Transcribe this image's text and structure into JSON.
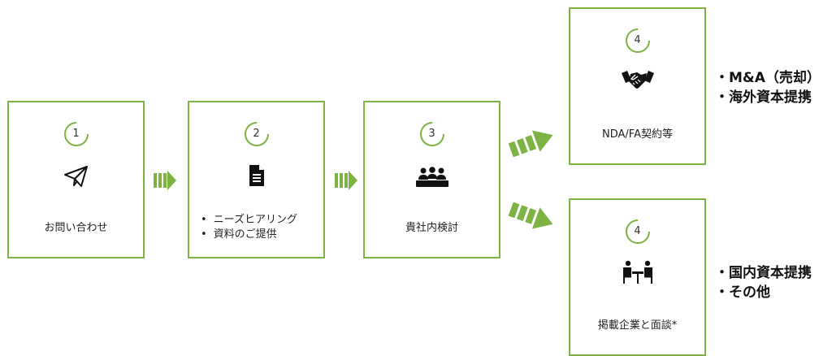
{
  "steps": [
    {
      "number": "1",
      "label": "お問い合わせ",
      "icon": "paper-plane-icon"
    },
    {
      "number": "2",
      "items": [
        "ニーズヒアリング",
        "資料のご提供"
      ],
      "icon": "document-icon"
    },
    {
      "number": "3",
      "label": "貴社内検討",
      "icon": "meeting-group-icon"
    },
    {
      "number": "4",
      "label": "NDA/FA契約等",
      "icon": "handshake-icon"
    },
    {
      "number": "4",
      "label": "掲載企業と面談*",
      "icon": "interview-table-icon"
    }
  ],
  "outcomes": {
    "upper": [
      "・M&A（売却）",
      "・海外資本提携"
    ],
    "lower": [
      "・国内資本提携",
      "・その他"
    ]
  },
  "colors": {
    "accent": "#7cb342",
    "text": "#222222",
    "icon": "#111111"
  }
}
